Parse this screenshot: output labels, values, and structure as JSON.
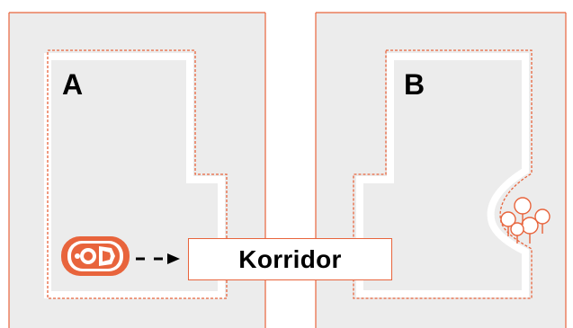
{
  "zones": [
    {
      "label": "A"
    },
    {
      "label": "B"
    }
  ],
  "corridor": {
    "label": "Korridor"
  },
  "icons": {
    "mower": "robotic-lawnmower-icon",
    "trees": "tree-cluster-icon",
    "arrow": "dashed-arrow-icon"
  },
  "colors": {
    "lawn": "#ececec",
    "boundary": "#e8643c",
    "border_strip": "#ffffff",
    "text": "#000000"
  }
}
